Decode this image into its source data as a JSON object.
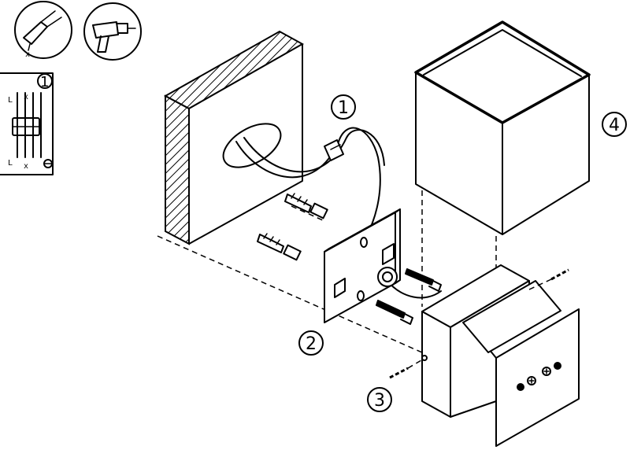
{
  "inset": {
    "step": "1",
    "wire_marks": {
      "l_top": "L",
      "l_bottom": "L",
      "x_top": "x",
      "x_bottom": "x"
    }
  },
  "callouts": {
    "wiring": "1",
    "mounting_plate": "2",
    "screws": "3",
    "shade": "4"
  }
}
